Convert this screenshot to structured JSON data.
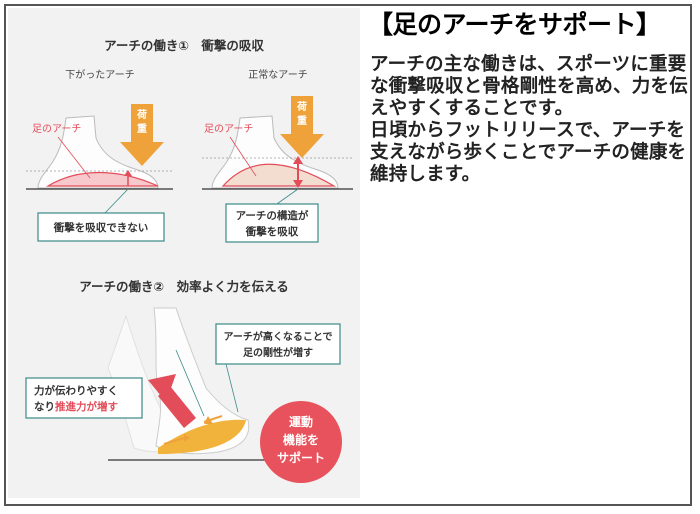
{
  "right_panel": {
    "heading": "【足のアーチをサポート】",
    "paragraphs": [
      "アーチの主な働きは、スポーツに重要な衝撃吸収と骨格剛性を高め、力を伝えやすくすることです。",
      "日頃からフットリリースで、アーチを支えながら歩くことでアーチの健康を維持します。"
    ]
  },
  "illustration": {
    "section1": {
      "title": "アーチの働き①　衝撃の吸収",
      "left_label": "下がったアーチ",
      "right_label": "正常なアーチ",
      "arch_label_left": "足のアーチ",
      "arch_label_right": "足のアーチ",
      "load_chars": [
        "荷",
        "重"
      ],
      "caption_left": "衝撃を吸収できない",
      "caption_right_line1": "アーチの構造が",
      "caption_right_line2": "衝撃を吸収"
    },
    "section2": {
      "title": "アーチの働き②　効率よく力を伝える",
      "callout_top_line1": "アーチが高くなることで",
      "callout_top_line2": "足の剛性が増す",
      "callout_left_line1": "力が伝わりやすく",
      "callout_left_prefix": "なり",
      "callout_left_emph": "推進力が増す",
      "badge_line1": "運動",
      "badge_line2": "機能を",
      "badge_line3": "サポート"
    }
  },
  "colors": {
    "accent_red": "#e34d59",
    "load_orange": "#f0a23a",
    "box_border": "#3a8a87",
    "badge": "#e8525c",
    "panel_bg": "#f2f2f2"
  }
}
